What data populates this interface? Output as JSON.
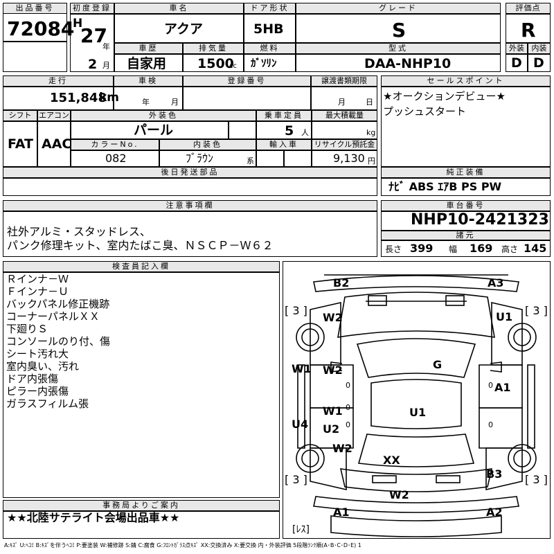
{
  "header": {
    "lot_label": "出品番号",
    "lot_no": "72084",
    "first_reg_label": "初度登録",
    "era": "H",
    "year": "27",
    "year_unit": "年",
    "month": "2",
    "month_unit": "月",
    "name_label": "車名",
    "name": "アクア",
    "door_label": "ドア形状",
    "door": "5HB",
    "grade_label": "グレード",
    "grade": "S",
    "score_label": "評価点",
    "score": "R",
    "history_label": "車歴",
    "history": "自家用",
    "displacement_label": "排気量",
    "displacement": "1500",
    "displacement_unit": "cc",
    "fuel_label": "燃料",
    "fuel": "ｶﾞｿﾘﾝ",
    "model_label": "型式",
    "model": "DAA-NHP10",
    "exterior_label": "外装",
    "exterior": "D",
    "interior_label": "内装",
    "interior": "D"
  },
  "row2": {
    "mileage_label": "走行",
    "mileage": "151,848",
    "mileage_unit": "km",
    "inspection_label": "車検",
    "insp_year_unit": "年",
    "insp_month_unit": "月",
    "plate_label": "登録番号",
    "transfer_label": "譲渡書類期限",
    "transfer_month_unit": "月",
    "transfer_day_unit": "日",
    "shift_label": "シフト",
    "shift": "FAT",
    "ac_label": "エアコン",
    "ac": "AAC",
    "color_label": "外装色",
    "color": "パール",
    "capacity_label": "乗車定員",
    "capacity": "5",
    "capacity_unit": "人",
    "load_label": "最大積載量",
    "load_unit": "kg",
    "colorno_label": "カラーNo.",
    "colorno": "082",
    "intcolor_label": "内装色",
    "intcolor": "ﾌﾞﾗｳﾝ",
    "intcolor_suffix": "系",
    "import_label": "輸入車",
    "recycle_label": "リサイクル預託金",
    "recycle": "9,130",
    "recycle_unit": "円",
    "later_label": "後日発送部品"
  },
  "sales": {
    "label": "セールスポイント",
    "lines": [
      "★オークションデビュー★",
      "プッシュスタート"
    ]
  },
  "equipment": {
    "label": "純正装備",
    "value": "ﾅﾋﾞ ABS ｴｱB PS PW"
  },
  "notes": {
    "label": "注意事項欄",
    "lines": [
      "社外アルミ・スタッドレス、",
      "パンク修理キット、室内たばこ臭、ＮＳＣＰ－Ｗ６２"
    ]
  },
  "chassis": {
    "label": "車台番号",
    "value": "NHP10-2421323",
    "spec_label": "諸元",
    "length_label": "長さ",
    "length": "399",
    "width_label": "幅",
    "width": "169",
    "height_label": "高さ",
    "height": "145"
  },
  "inspector": {
    "label": "検査員記入欄",
    "lines": [
      "Ｒインナ－Ｗ",
      "Ｆインナ－Ｕ",
      "バックパネル修正機跡",
      "コーナーパネルＸＸ",
      "下廻りＳ",
      "コンソールのり付、傷",
      "シート汚れ大",
      "室内臭い、汚れ",
      "ドア内張傷",
      "ピラー内張傷",
      "ガラスフィルム張"
    ]
  },
  "office": {
    "label": "事務局よりご案内",
    "value": "★★北陸サテライト会場出品車★★"
  },
  "diagram": {
    "marks": {
      "b2": "B2",
      "a3": "A3",
      "w2_fl": "W2",
      "u1_fr": "U1",
      "w1_l": "W1",
      "w2_mid": "W2",
      "a1_r": "A1",
      "g_roof": "G",
      "w1_ctr": "W1",
      "u2_ctr": "U2",
      "u1_ctr": "U1",
      "u4_l": "U4",
      "w2_rl": "W2",
      "xx": "XX",
      "b3": "B3",
      "w2_rear": "W2",
      "a1_bl": "A1",
      "a2_br": "A2"
    },
    "tire_tl": "[ 3 ]",
    "tire_tr": "[ 3 ]",
    "tire_bl": "[ 3 ]",
    "tire_br": "[ 3 ]",
    "spare": "[ﾚｽ]",
    "zero_marks": [
      "0",
      "0",
      "0",
      "0",
      "0"
    ]
  },
  "legend": "A:ｷｽﾞ U:ﾍｺﾐ B:ｷｽﾞを伴うﾍｺﾐ P:要塗装 W:補修跡 S:錆 C:腐食 G:ﾌﾛﾝﾄｶﾞﾗｽ点ｷｽﾞ XX:交換済み X:要交換 内・外装評価 5段階ﾗﾝｸ順(A･B･C･D･E) 1"
}
